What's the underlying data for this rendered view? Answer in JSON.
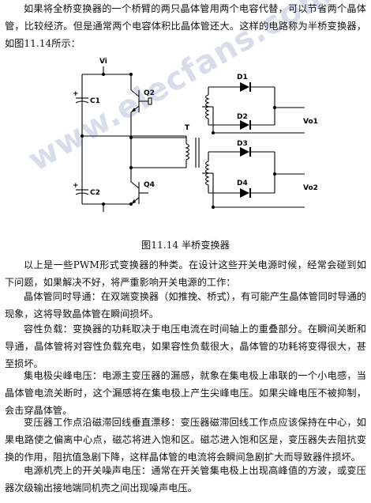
{
  "paragraphs": {
    "p1": "如果将全桥变换器的一个桥臂的两只晶体管用两个电容代替，可以节省两个晶体管，比较经济。但是通常两个电容体积比晶体管还大。这样的电路称为半桥变换器，如图11.14所示：",
    "p2": "以上是一些PWM形式变换器的种类。在设计这些开关电源时候，经常会碰到如下问题，如果解决不好，将严重影响开关电源的工作：",
    "p3": "晶体管同时导通：在双端变换器（如推挽、桥式），有可能产生晶体管同时导通的现象，这将导致晶体管在瞬间损坏。",
    "p4": "容性负载：变换器的功耗取决于电压电流在时间轴上的重叠部分。在瞬间关断和导通，晶体管将对容性负载充电，如果容性负载很大，晶体管的功耗将变得很大，甚至损坏。",
    "p5": "集电极尖峰电压：电源主变压器的漏感，就象在集电极上串联的一个小电感，当晶体管电流关断时，这个漏感将在集电极上产生尖峰电压。如果尖峰电压不被抑制，会击穿晶体管。",
    "p6": "变压器工作点沿磁滞回线垂直漂移：变压器磁滞回线工作点应该保持在中心，如果电路使之偏离中心点，磁芯将进入饱和区。磁芯进入饱和区是，变压器失去阻抗变换的作用，阻抗值急剧下降，这样晶体管的电流将会瞬间急剧扩大而导致器件损坏。",
    "p7": "电源机壳上的开关噪声电压：通常在开关管集电极上出现高峰值的方波，或变压器次级输出接地端同机壳之间出现噪声电压。"
  },
  "figure": {
    "caption": "图11.14    半桥变换器",
    "labels": {
      "vi": "Vi",
      "c1": "C1",
      "c2": "C2",
      "q2": "Q2",
      "q4": "Q4",
      "t": "T",
      "d1": "D1",
      "d2": "D2",
      "d3": "D3",
      "d4": "D4",
      "vo1": "Vo1",
      "vo2": "Vo2"
    }
  },
  "watermark": "www.elecfans.com"
}
